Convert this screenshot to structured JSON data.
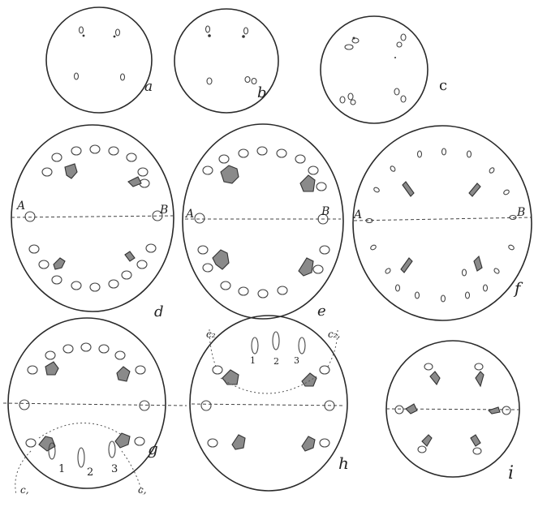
{
  "figure": {
    "panels": [
      {
        "id": "a",
        "label": "a"
      },
      {
        "id": "b",
        "label": "b"
      },
      {
        "id": "c",
        "label": "c"
      },
      {
        "id": "d",
        "label": "d",
        "axis_left": "A",
        "axis_right": "B"
      },
      {
        "id": "e",
        "label": "e",
        "axis_left": "A",
        "axis_right": "B"
      },
      {
        "id": "f",
        "label": "f",
        "axis_left": "A",
        "axis_right": "B"
      },
      {
        "id": "g",
        "label": "g",
        "numbers": [
          "1",
          "2",
          "3"
        ],
        "curve_left": "c,",
        "curve_right": "c,"
      },
      {
        "id": "h",
        "label": "h",
        "numbers": [
          "1",
          "2",
          "3"
        ],
        "curve_left": "c₂",
        "curve_right": "c₂,"
      },
      {
        "id": "i",
        "label": "i"
      }
    ]
  }
}
